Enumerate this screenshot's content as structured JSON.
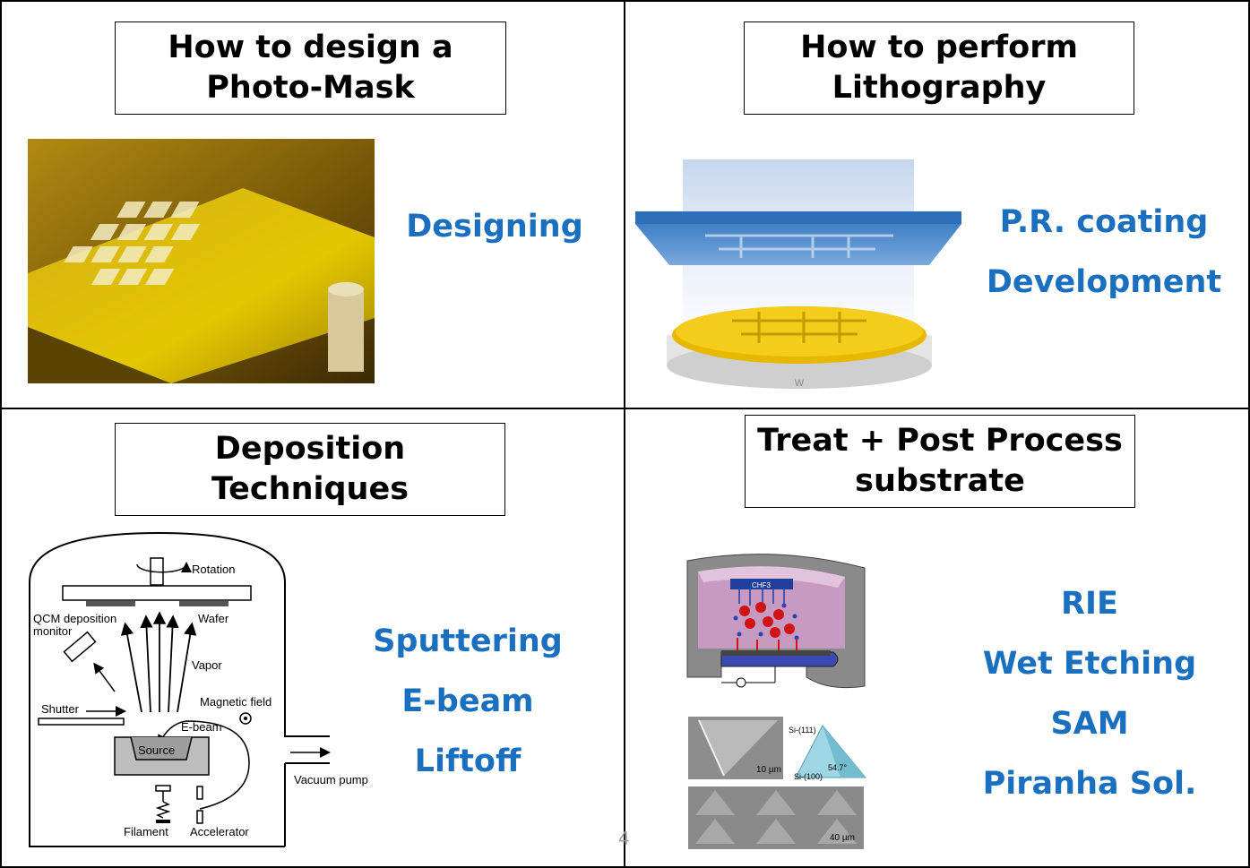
{
  "quadrants": {
    "top_left": {
      "title_lines": [
        "How to design a",
        "Photo-Mask"
      ],
      "items": [
        "Designing"
      ]
    },
    "top_right": {
      "title_lines": [
        "How to perform",
        "Lithography"
      ],
      "items": [
        "P.R. coating",
        "Development"
      ]
    },
    "bottom_left": {
      "title_lines": [
        "Deposition Techniques"
      ],
      "items": [
        "Sputtering",
        "E-beam",
        "Liftoff"
      ],
      "diagram_labels": {
        "rotation": "Rotation",
        "wafer": "Wafer",
        "qcm_line1": "QCM deposition",
        "qcm_line2": "monitor",
        "vapor": "Vapor",
        "magnetic_field": "Magnetic field",
        "shutter": "Shutter",
        "ebeam": "E-beam",
        "source": "Source",
        "vacuum_pump": "Vacuum pump",
        "filament": "Filament",
        "accelerator": "Accelerator"
      }
    },
    "bottom_right": {
      "title_lines": [
        "Treat + Post Process",
        "substrate"
      ],
      "items": [
        "RIE",
        "Wet Etching",
        "SAM",
        "Piranha Sol."
      ],
      "diagram_labels": {
        "si111": "Si-(111)",
        "si100": "Si-(100)",
        "angle": "54.7°",
        "scale1": "10 µm",
        "scale2": "40 µm"
      }
    }
  },
  "slide_number": "4",
  "colors": {
    "accent": "#1a6fbf",
    "border": "#000000",
    "slide_number": "#9a9a9a"
  }
}
